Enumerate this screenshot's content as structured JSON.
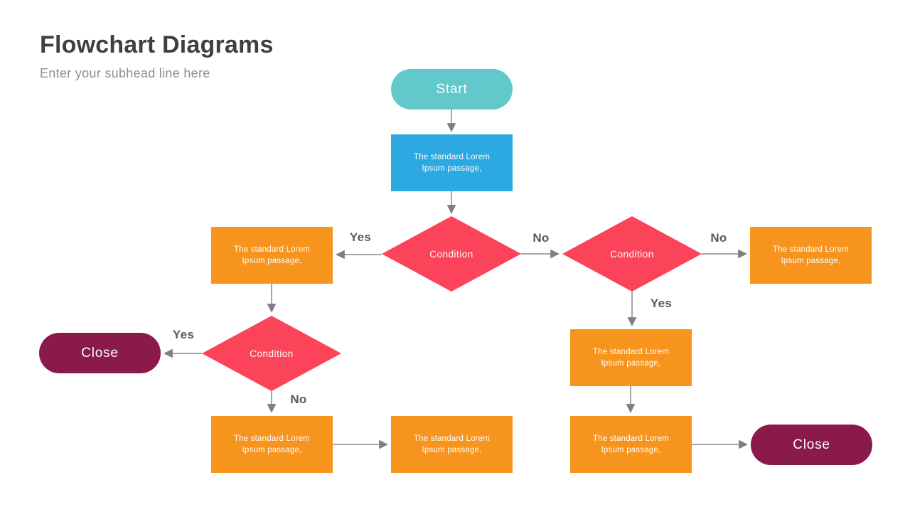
{
  "slide": {
    "title": "Flowchart Diagrams",
    "subtitle": "Enter your subhead line here"
  },
  "colors": {
    "background": "#ffffff",
    "title_text": "#3f3f3f",
    "subtitle_text": "#8e8e8e",
    "start_pill": "#61c9cc",
    "process_blue": "#2ca9e0",
    "process_orange": "#f7941e",
    "decision_pink": "#fb445a",
    "close_maroon": "#8a1a4a",
    "arrow_gray": "#898989",
    "edge_label_text": "#58595b",
    "node_text": "#fdfdfd"
  },
  "nodes": {
    "start": {
      "label": "Start",
      "type": "terminator"
    },
    "process_top": {
      "label": "The standard Lorem Ipsum passage,",
      "type": "process"
    },
    "condition_center": {
      "label": "Condition",
      "type": "decision"
    },
    "process_left": {
      "label": "The standard Lorem Ipsum passage,",
      "type": "process"
    },
    "condition_right": {
      "label": "Condition",
      "type": "decision"
    },
    "process_far_right": {
      "label": "The standard Lorem Ipsum passage,",
      "type": "process"
    },
    "condition_bottom_left": {
      "label": "Condition",
      "type": "decision"
    },
    "close_left": {
      "label": "Close",
      "type": "terminator"
    },
    "process_mid_right": {
      "label": "The standard Lorem Ipsum passage,",
      "type": "process"
    },
    "process_bottom_left": {
      "label": "The standard Lorem Ipsum passage,",
      "type": "process"
    },
    "process_bottom_center": {
      "label": "The standard Lorem Ipsum passage,",
      "type": "process"
    },
    "process_bottom_right": {
      "label": "The standard Lorem Ipsum passage,",
      "type": "process"
    },
    "close_right": {
      "label": "Close",
      "type": "terminator"
    }
  },
  "edge_labels": {
    "center_to_left_yes": "Yes",
    "center_to_right_no": "No",
    "right_to_far_right_no": "No",
    "right_down_yes": "Yes",
    "bottom_left_to_close_yes": "Yes",
    "bottom_left_down_no": "No"
  }
}
